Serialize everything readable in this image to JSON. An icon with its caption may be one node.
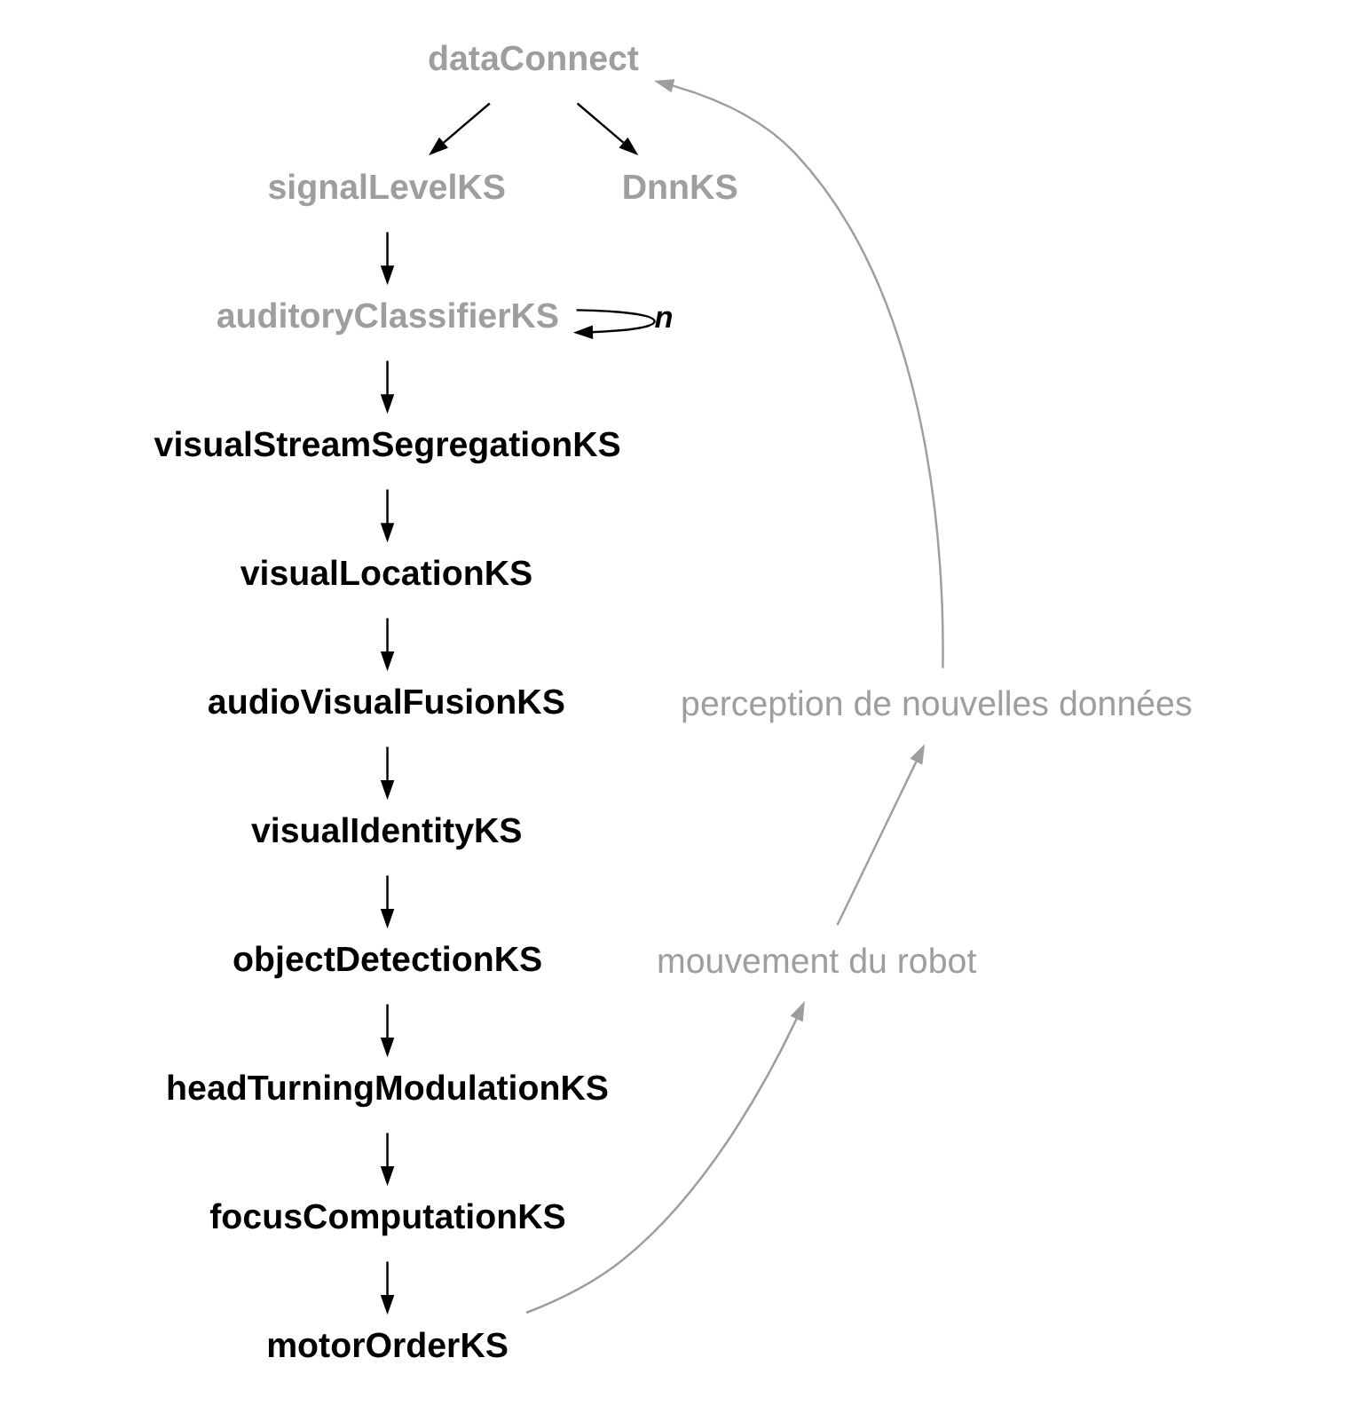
{
  "diagram": {
    "nodes": [
      {
        "text": [
          "dataConnect"
        ]
      },
      {
        "text": [
          "signalLevelKS"
        ]
      },
      {
        "text": [
          "DnnKS"
        ]
      },
      {
        "text": [
          "auditoryClassifierKS"
        ]
      },
      {
        "text": [
          "visualStreamSegregationKS"
        ]
      },
      {
        "text": [
          "visualLocationKS"
        ]
      },
      {
        "text": [
          "audioVisualFusionKS"
        ]
      },
      {
        "text": [
          "visualIdentityKS"
        ]
      },
      {
        "text": [
          "objectDetectionKS"
        ]
      },
      {
        "text": [
          "headTurningModulationKS"
        ]
      },
      {
        "text": [
          "focusComputationKS"
        ]
      },
      {
        "text": [
          "motorOrderKS"
        ]
      },
      {
        "text": [
          "perception de nouvelles données"
        ]
      },
      {
        "text": [
          "mouvement du robot"
        ]
      }
    ],
    "edges": [
      {
        "from": 0,
        "to": 1,
        "arrow": "to"
      },
      {
        "from": 0,
        "to": 2,
        "arrow": "to"
      },
      {
        "from": 1,
        "to": 3,
        "arrow": "to"
      },
      {
        "from": 3,
        "to": 3,
        "arrow": "to",
        "label": "n"
      },
      {
        "from": 3,
        "to": 4,
        "arrow": "to"
      },
      {
        "from": 4,
        "to": 5,
        "arrow": "to"
      },
      {
        "from": 5,
        "to": 6,
        "arrow": "to"
      },
      {
        "from": 6,
        "to": 7,
        "arrow": "to"
      },
      {
        "from": 7,
        "to": 8,
        "arrow": "to"
      },
      {
        "from": 8,
        "to": 9,
        "arrow": "to"
      },
      {
        "from": 9,
        "to": 10,
        "arrow": "to"
      },
      {
        "from": 10,
        "to": 11,
        "arrow": "to"
      },
      {
        "from": 11,
        "to": 13,
        "arrow": "to",
        "color": "#9e9e9e"
      },
      {
        "from": 13,
        "to": 12,
        "arrow": "to",
        "color": "#9e9e9e"
      },
      {
        "from": 12,
        "to": 0,
        "arrow": "to",
        "color": "#9e9e9e"
      }
    ]
  }
}
